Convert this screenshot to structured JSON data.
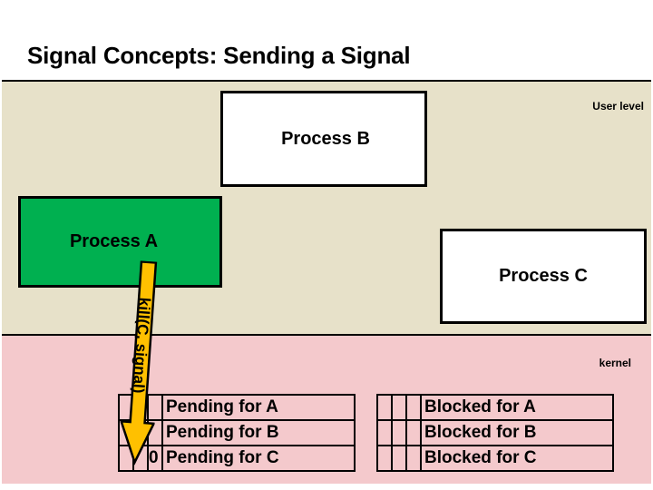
{
  "slide": {
    "title": "Signal Concepts: Sending a Signal",
    "background": "#FFFFFF"
  },
  "regions": {
    "user": {
      "label": "User level",
      "color": "#E7E1C9"
    },
    "kernel": {
      "label": "kernel",
      "color": "#F4C9CC"
    }
  },
  "processes": [
    {
      "id": "process-b",
      "label": "Process B",
      "fill": "#FFFFFF"
    },
    {
      "id": "process-a",
      "label": "Process A",
      "fill": "#00B050"
    },
    {
      "id": "process-c",
      "label": "Process C",
      "fill": "#FFFFFF"
    }
  ],
  "arrow": {
    "label": "kill(C, signal)",
    "fill": "#FFC000",
    "stroke": "#000000",
    "direction": "down"
  },
  "tables": {
    "pending": {
      "rows": [
        {
          "slots": [
            "",
            "",
            ""
          ],
          "name": "Pending for A"
        },
        {
          "slots": [
            "",
            "",
            ""
          ],
          "name": "Pending for B"
        },
        {
          "slots": [
            "",
            "",
            "0"
          ],
          "name": "Pending for C"
        }
      ]
    },
    "blocked": {
      "rows": [
        {
          "slots": [
            "",
            "",
            ""
          ],
          "name": "Blocked for A"
        },
        {
          "slots": [
            "",
            "",
            ""
          ],
          "name": "Blocked for B"
        },
        {
          "slots": [
            "",
            "",
            ""
          ],
          "name": "Blocked for C"
        }
      ]
    }
  }
}
